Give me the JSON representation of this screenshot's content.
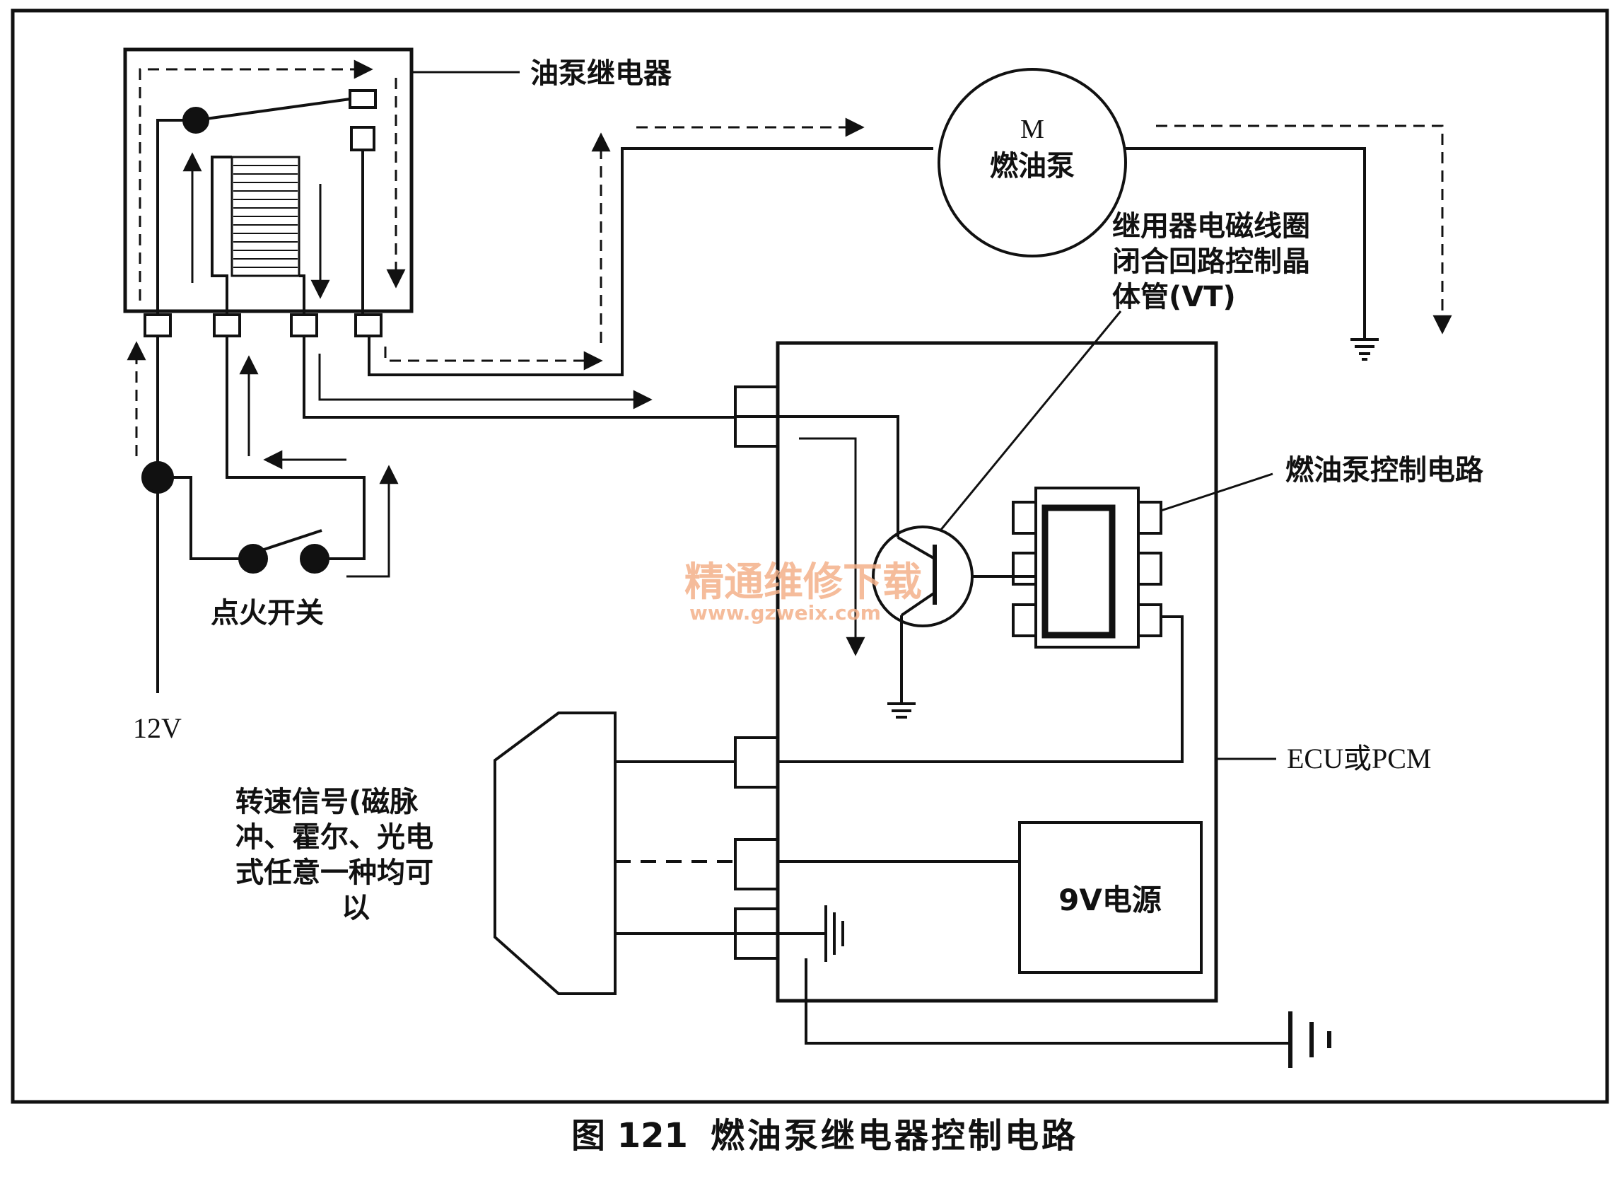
{
  "labels": {
    "relay": "油泵继电器",
    "motor_m": "M",
    "motor_name": "燃油泵",
    "vt_line1": "继用器电磁线圈",
    "vt_line2": "闭合回路控制晶",
    "vt_line3": "体管(VT)",
    "fuel_pump_circuit": "燃油泵控制电路",
    "ignition_switch": "点火开关",
    "supply_12v": "12V",
    "ecu": "ECU或PCM",
    "speed_line1": "转速信号(磁脉",
    "speed_line2": "冲、霍尔、光电",
    "speed_line3": "式任意一种均可",
    "speed_line4": "以",
    "power_9v": "9V电源"
  },
  "caption": {
    "number": "图 121",
    "title": "燃油泵继电器控制电路"
  },
  "watermark": {
    "cn": "精通维修下载",
    "url": "www.gzweix.com"
  },
  "colors": {
    "line": "#111111",
    "watermark": "#f3b089"
  }
}
